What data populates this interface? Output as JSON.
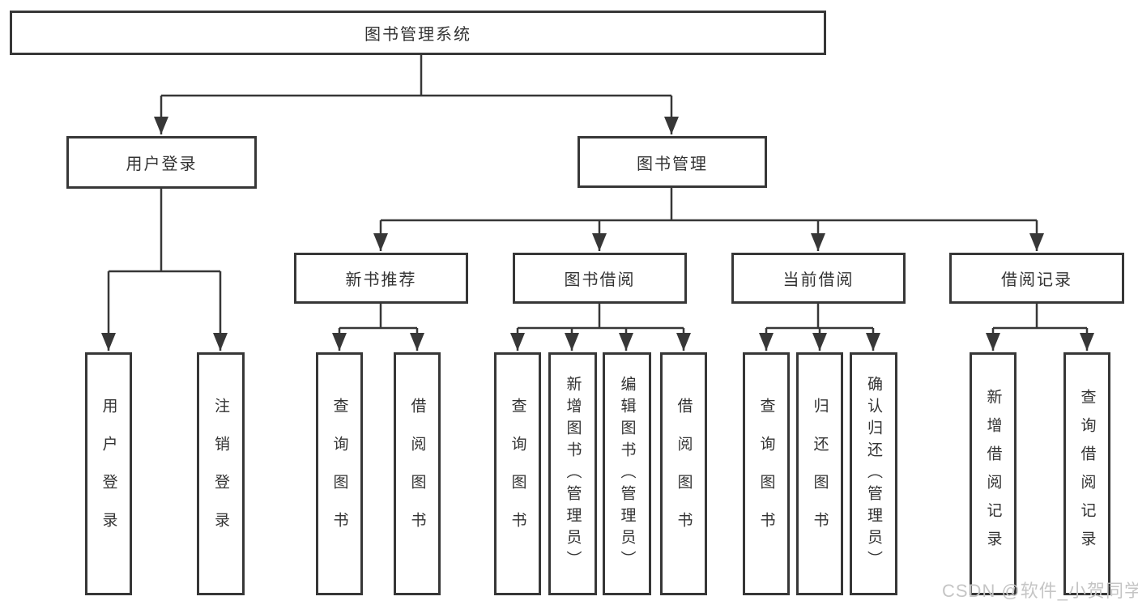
{
  "diagram": {
    "root": "图书管理系统",
    "level2": {
      "user_login": "用户登录",
      "book_manage": "图书管理"
    },
    "login_children": [
      "用户登录",
      "注销登录"
    ],
    "manage_children": [
      "新书推荐",
      "图书借阅",
      "当前借阅",
      "借阅记录"
    ],
    "recommend_children": [
      "查询图书",
      "借阅图书"
    ],
    "borrow_children": [
      "查询图书",
      "新增图书（管理员）",
      "编辑图书（管理员）",
      "借阅图书"
    ],
    "current_children": [
      "查询图书",
      "归还图书",
      "确认归还（管理员）"
    ],
    "record_children": [
      "新增借阅记录",
      "查询借阅记录"
    ]
  },
  "watermark": "CSDN @软件_小贺同学",
  "colors": {
    "line": "#373737",
    "text": "#333333",
    "watermark": "#c5c5c5",
    "background": "#ffffff"
  }
}
